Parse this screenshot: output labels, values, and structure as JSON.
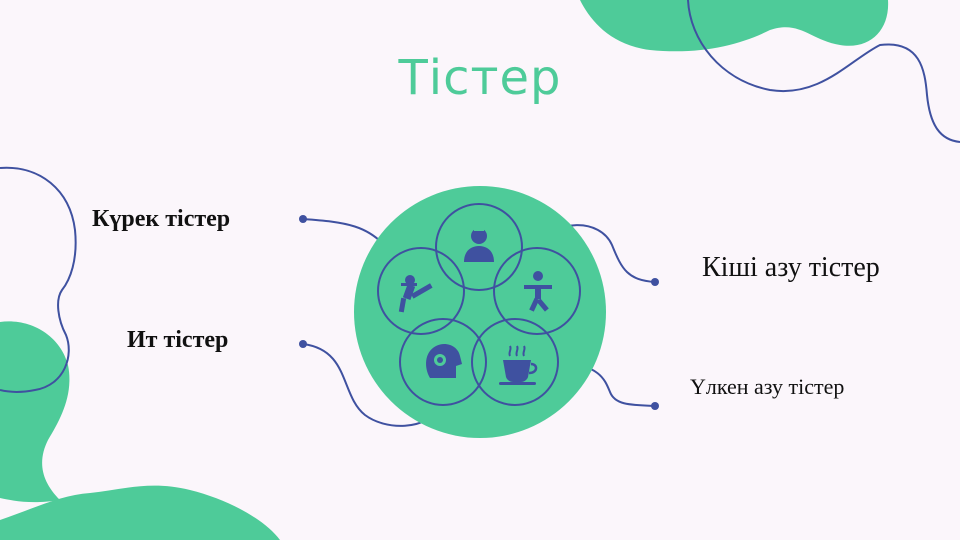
{
  "title": "Тістер",
  "labels": {
    "incisors": "Күрек тістер",
    "canines": "Ит тістер",
    "premolars": "Кіші азу тістер",
    "molars": "Үлкен азу тістер"
  },
  "colors": {
    "background": "#fbf6fb",
    "accent_green": "#4ecb99",
    "line_blue": "#3f51a0",
    "text": "#111111"
  },
  "icons": [
    "person-icon",
    "kick-icon",
    "yoga-icon",
    "head-gear-icon",
    "coffee-cup-icon"
  ]
}
